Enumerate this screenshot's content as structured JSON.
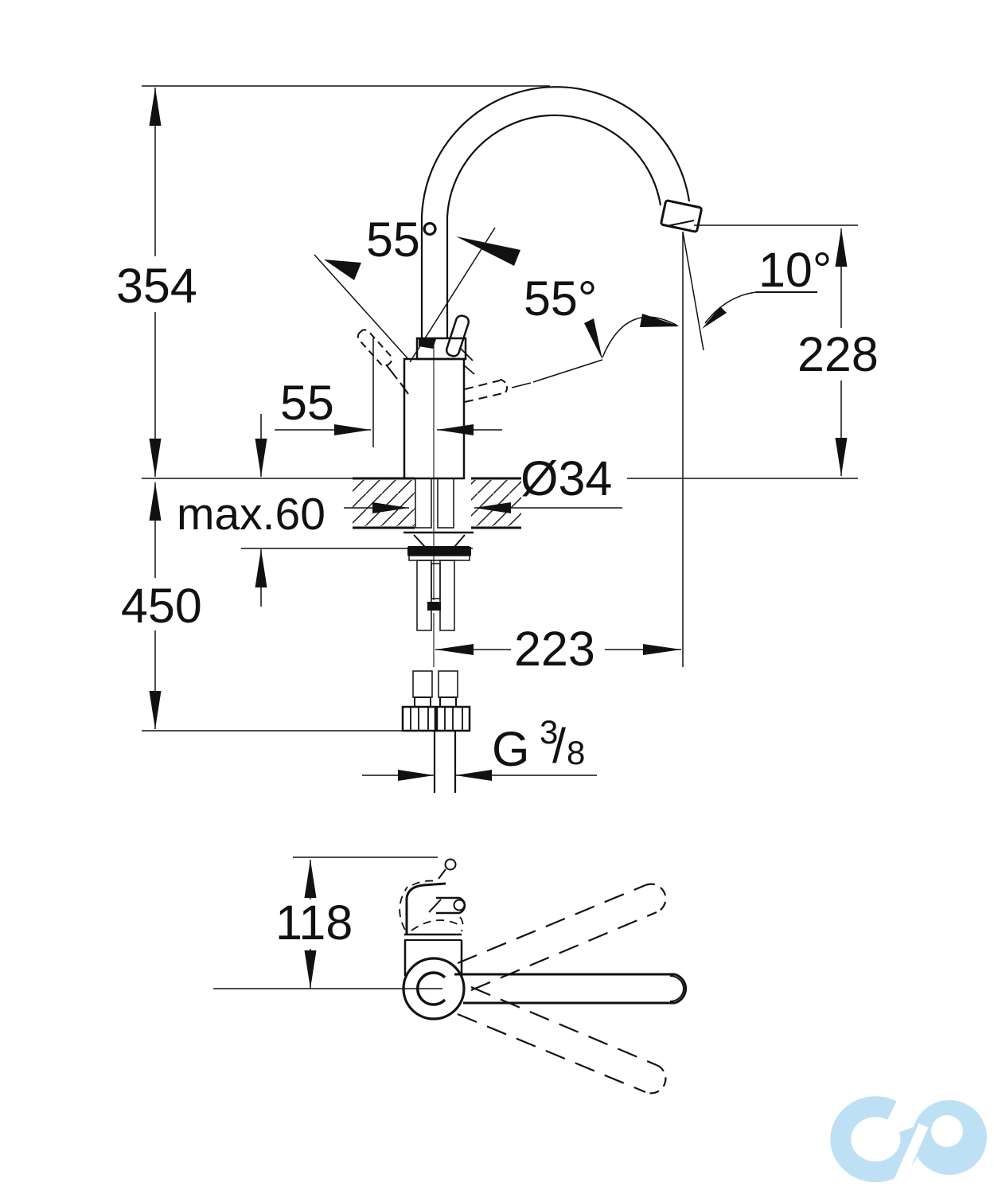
{
  "drawing": {
    "front_view": {
      "overall_height": "354",
      "pivot_angle_left": "55°",
      "pivot_angle_right": "55°",
      "lever_offset": "55",
      "outlet_tilt_angle": "10°",
      "outlet_height": "228",
      "hole_diameter": "Ø34",
      "max_deck_thickness": "max.60",
      "below_deck_height": "450",
      "spout_reach": "223",
      "thread_letter": "G",
      "thread_numerator": "3",
      "thread_slash": "/",
      "thread_denominator": "8"
    },
    "plan_view": {
      "body_depth": "118"
    },
    "colors": {
      "line": "#111111",
      "logo": "#BEE0F5"
    }
  }
}
